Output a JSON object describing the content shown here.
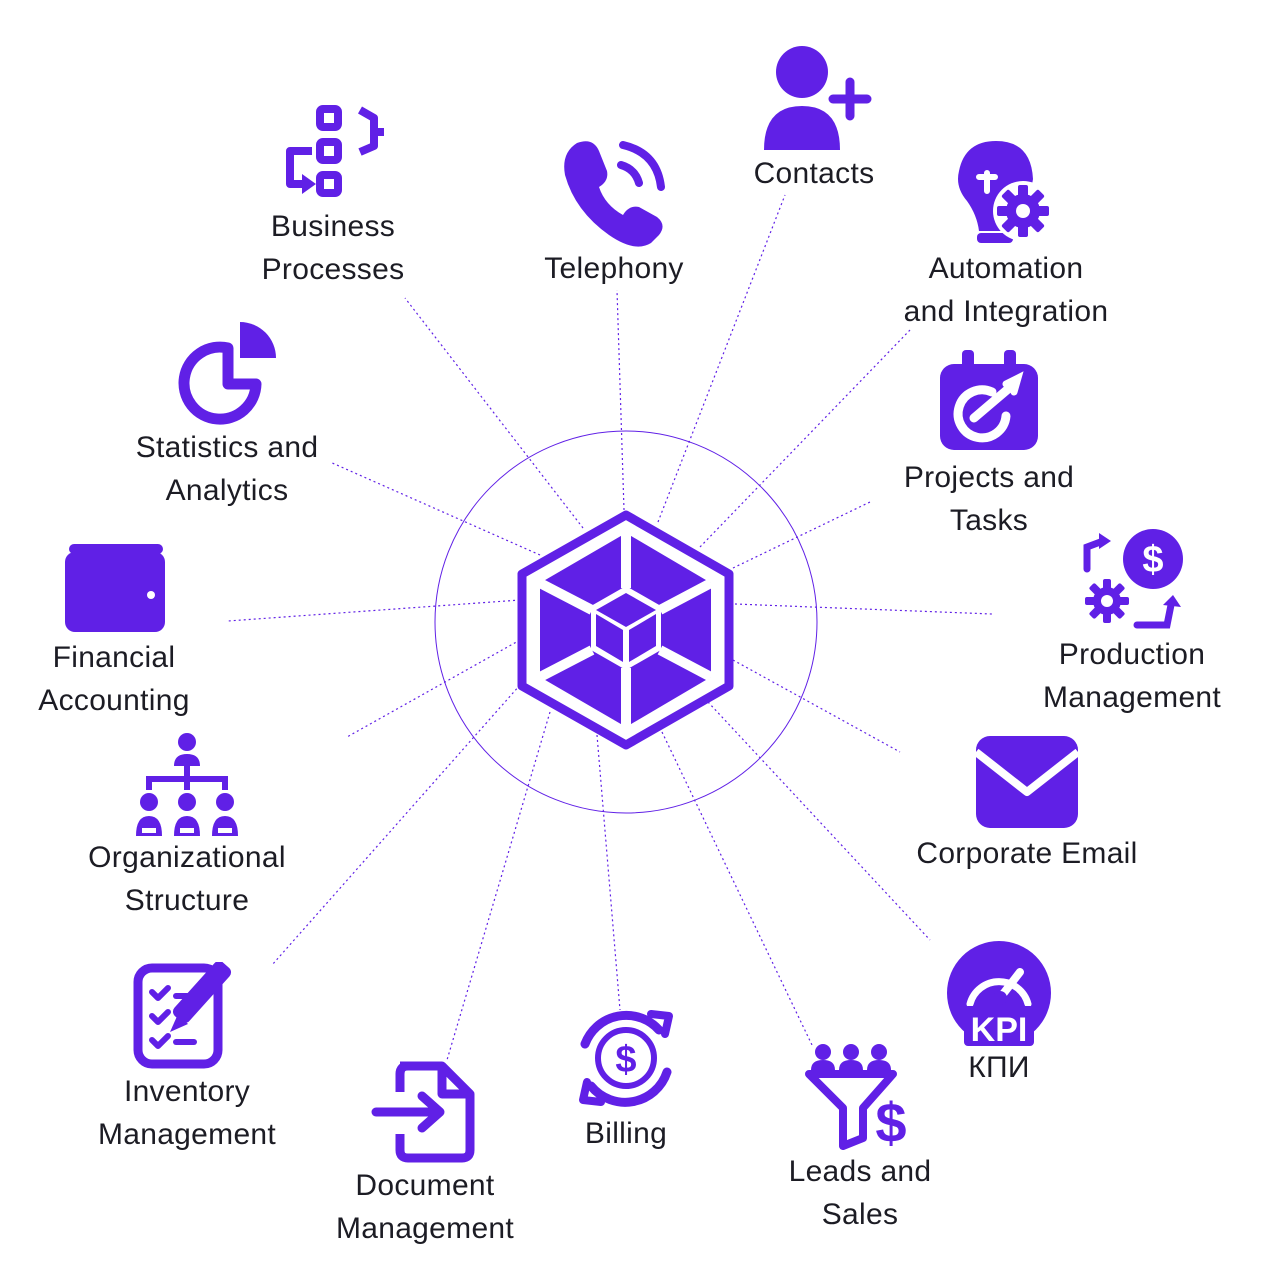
{
  "accent_color": "#6020e6",
  "center_icon": "cube-hexagon-logo",
  "modules": [
    {
      "id": "business-processes",
      "icon": "process-flow-icon",
      "lines": [
        "Business",
        "Processes"
      ]
    },
    {
      "id": "telephony",
      "icon": "phone-icon",
      "lines": [
        "Telephony"
      ]
    },
    {
      "id": "contacts",
      "icon": "add-user-icon",
      "lines": [
        "Contacts"
      ]
    },
    {
      "id": "automation",
      "icon": "bulb-gear-icon",
      "lines": [
        "Automation",
        "and Integration"
      ]
    },
    {
      "id": "statistics",
      "icon": "pie-chart-icon",
      "lines": [
        "Statistics and",
        "Analytics"
      ]
    },
    {
      "id": "projects",
      "icon": "calendar-tasks-icon",
      "lines": [
        "Projects and",
        "Tasks"
      ]
    },
    {
      "id": "financial",
      "icon": "wallet-icon",
      "lines": [
        "Financial",
        "Accounting"
      ]
    },
    {
      "id": "production",
      "icon": "gear-dollar-cycle-icon",
      "lines": [
        "Production",
        "Management"
      ]
    },
    {
      "id": "org-structure",
      "icon": "org-chart-icon",
      "lines": [
        "Organizational",
        "Structure"
      ]
    },
    {
      "id": "email",
      "icon": "envelope-icon",
      "lines": [
        "Corporate Email"
      ]
    },
    {
      "id": "inventory",
      "icon": "checklist-pencil-icon",
      "lines": [
        "Inventory",
        "Management"
      ]
    },
    {
      "id": "kpi",
      "icon": "kpi-gauge-icon",
      "lines": [
        "КПИ"
      ]
    },
    {
      "id": "documents",
      "icon": "document-arrow-icon",
      "lines": [
        "Document",
        "Management"
      ]
    },
    {
      "id": "billing",
      "icon": "dollar-cycle-icon",
      "lines": [
        "Billing"
      ]
    },
    {
      "id": "leads",
      "icon": "funnel-dollar-icon",
      "lines": [
        "Leads and",
        "Sales"
      ]
    }
  ]
}
